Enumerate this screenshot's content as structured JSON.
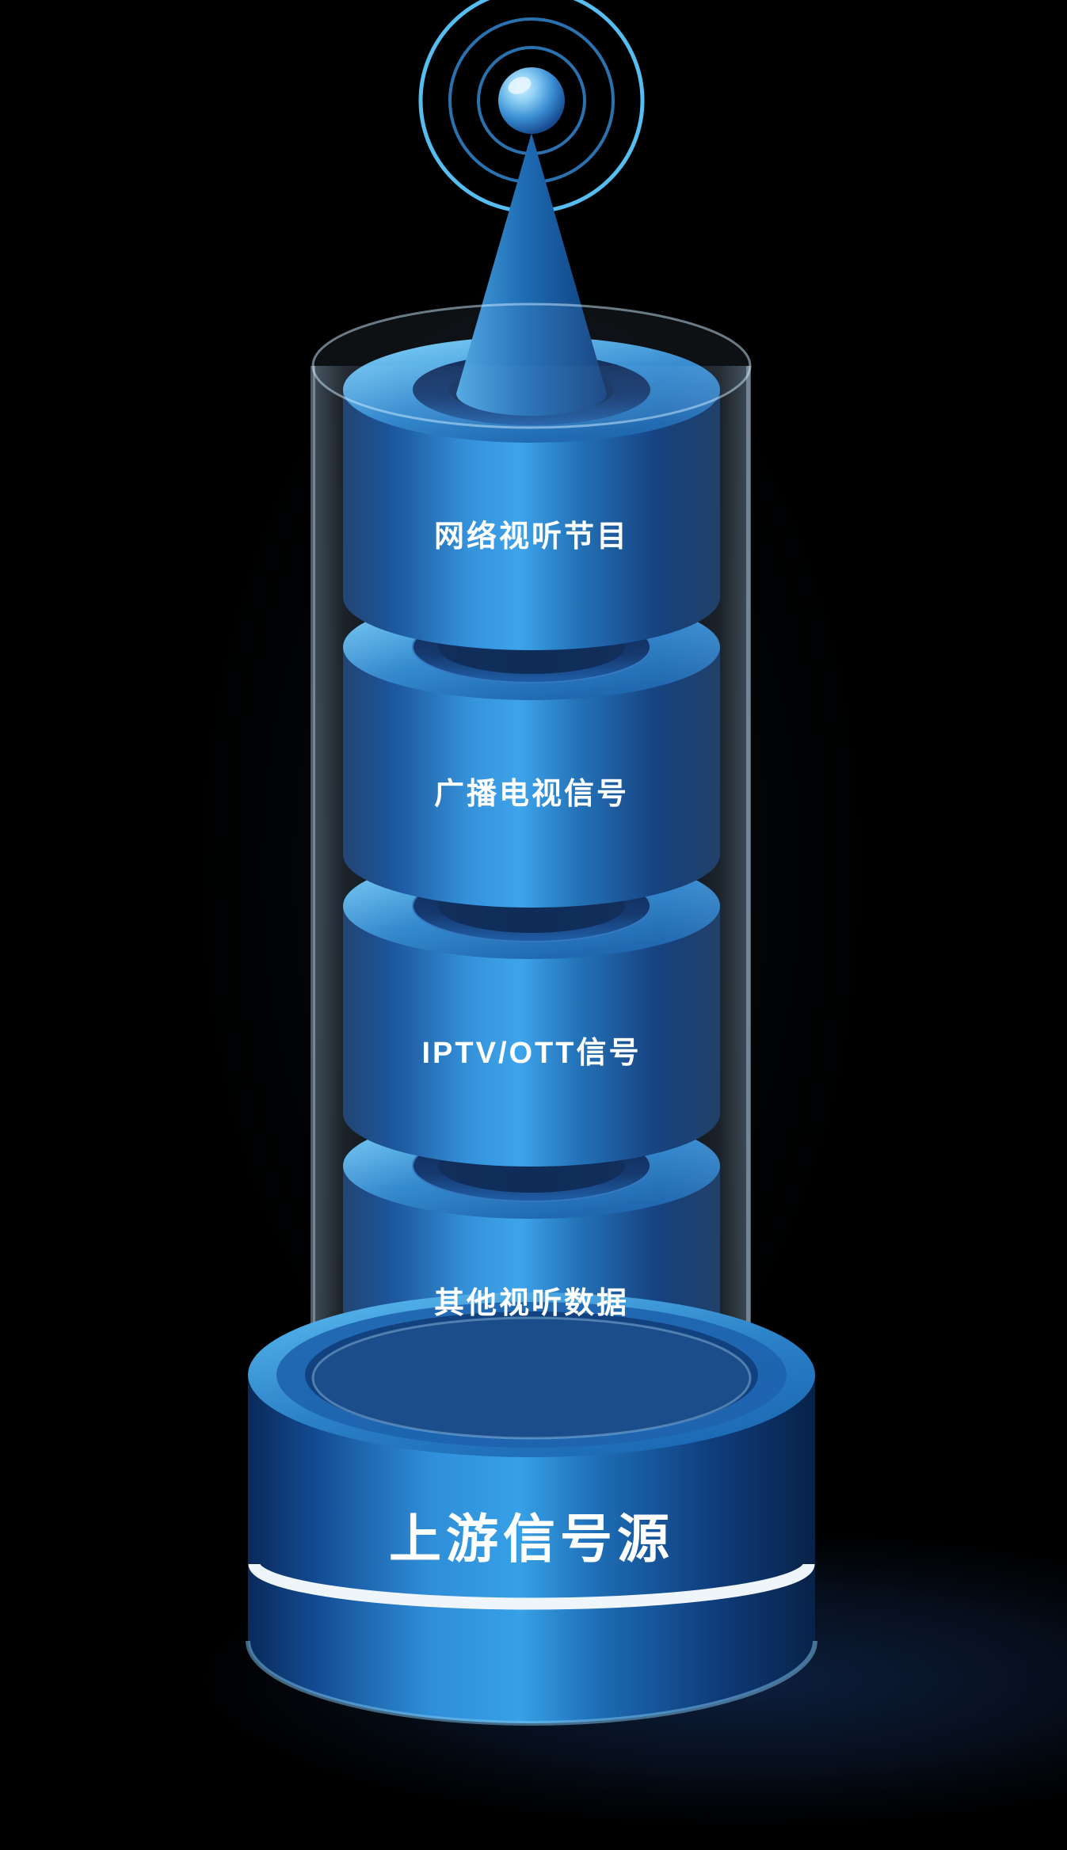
{
  "diagram": {
    "title": "上游信号源",
    "segments": [
      {
        "label": "网络视听节目"
      },
      {
        "label": "广播电视信号"
      },
      {
        "label": "IPTV/OTT信号"
      },
      {
        "label": "其他视听数据"
      }
    ],
    "base_label": "上游信号源",
    "icons": {
      "antenna": "antenna-icon",
      "signal_waves": "signal-waves-icon"
    },
    "colors": {
      "background": "#000000",
      "bright_blue": "#3aa2ea",
      "mid_blue": "#2f8ed8",
      "deep_blue": "#0a2c5e",
      "light_cyan": "#72cbf5",
      "ring_cyan": "#55bdf0",
      "glass": "#b9deff",
      "stripe_white": "#eef5fb",
      "label_white": "#ffffff"
    }
  }
}
